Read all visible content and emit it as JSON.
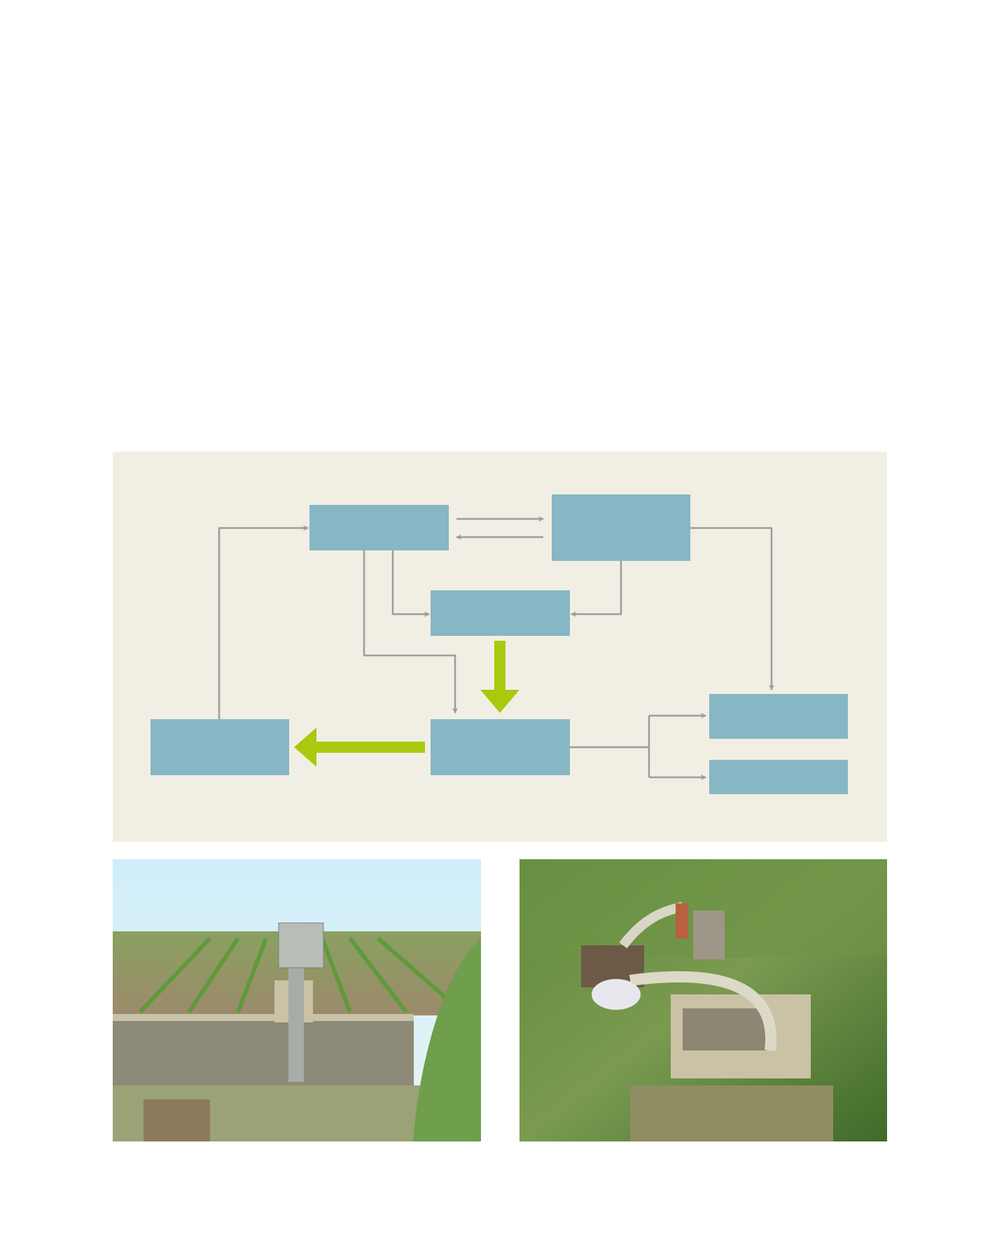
{
  "diagram": {
    "background_color": "#f1efe3",
    "box_color": "#87b6c4",
    "connector_color": "#9e9c9c",
    "highlight_arrow_color": "#a9c90e",
    "boxes": [
      "box-top-left",
      "box-top-right",
      "box-middle",
      "box-bottom-left",
      "box-bottom-center",
      "box-right-upper",
      "box-right-lower"
    ]
  },
  "photos": [
    {
      "name": "field-water-meter-photo"
    },
    {
      "name": "pump-canal-photo"
    }
  ]
}
